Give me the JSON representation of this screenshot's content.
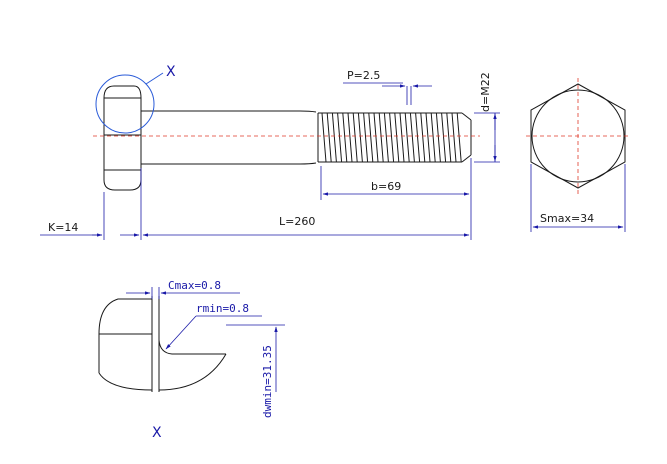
{
  "labels": {
    "detail_marker": "X",
    "pitch": "P=2.5",
    "thread_diameter": "d=M22",
    "thread_length": "b=69",
    "head_height": "K=14",
    "bolt_length": "L=260",
    "across_flats": "Smax=34",
    "chamfer": "Cmax=0.8",
    "fillet_radius": "rmin=0.8",
    "washer_face_dia": "dwmin=31.35",
    "detail_caption": "X"
  },
  "colors": {
    "outline": "#1a1a1a",
    "dimension": "#1a1aa8",
    "centerline": "#e03a2a",
    "detail_circle": "#2a5bd8"
  }
}
